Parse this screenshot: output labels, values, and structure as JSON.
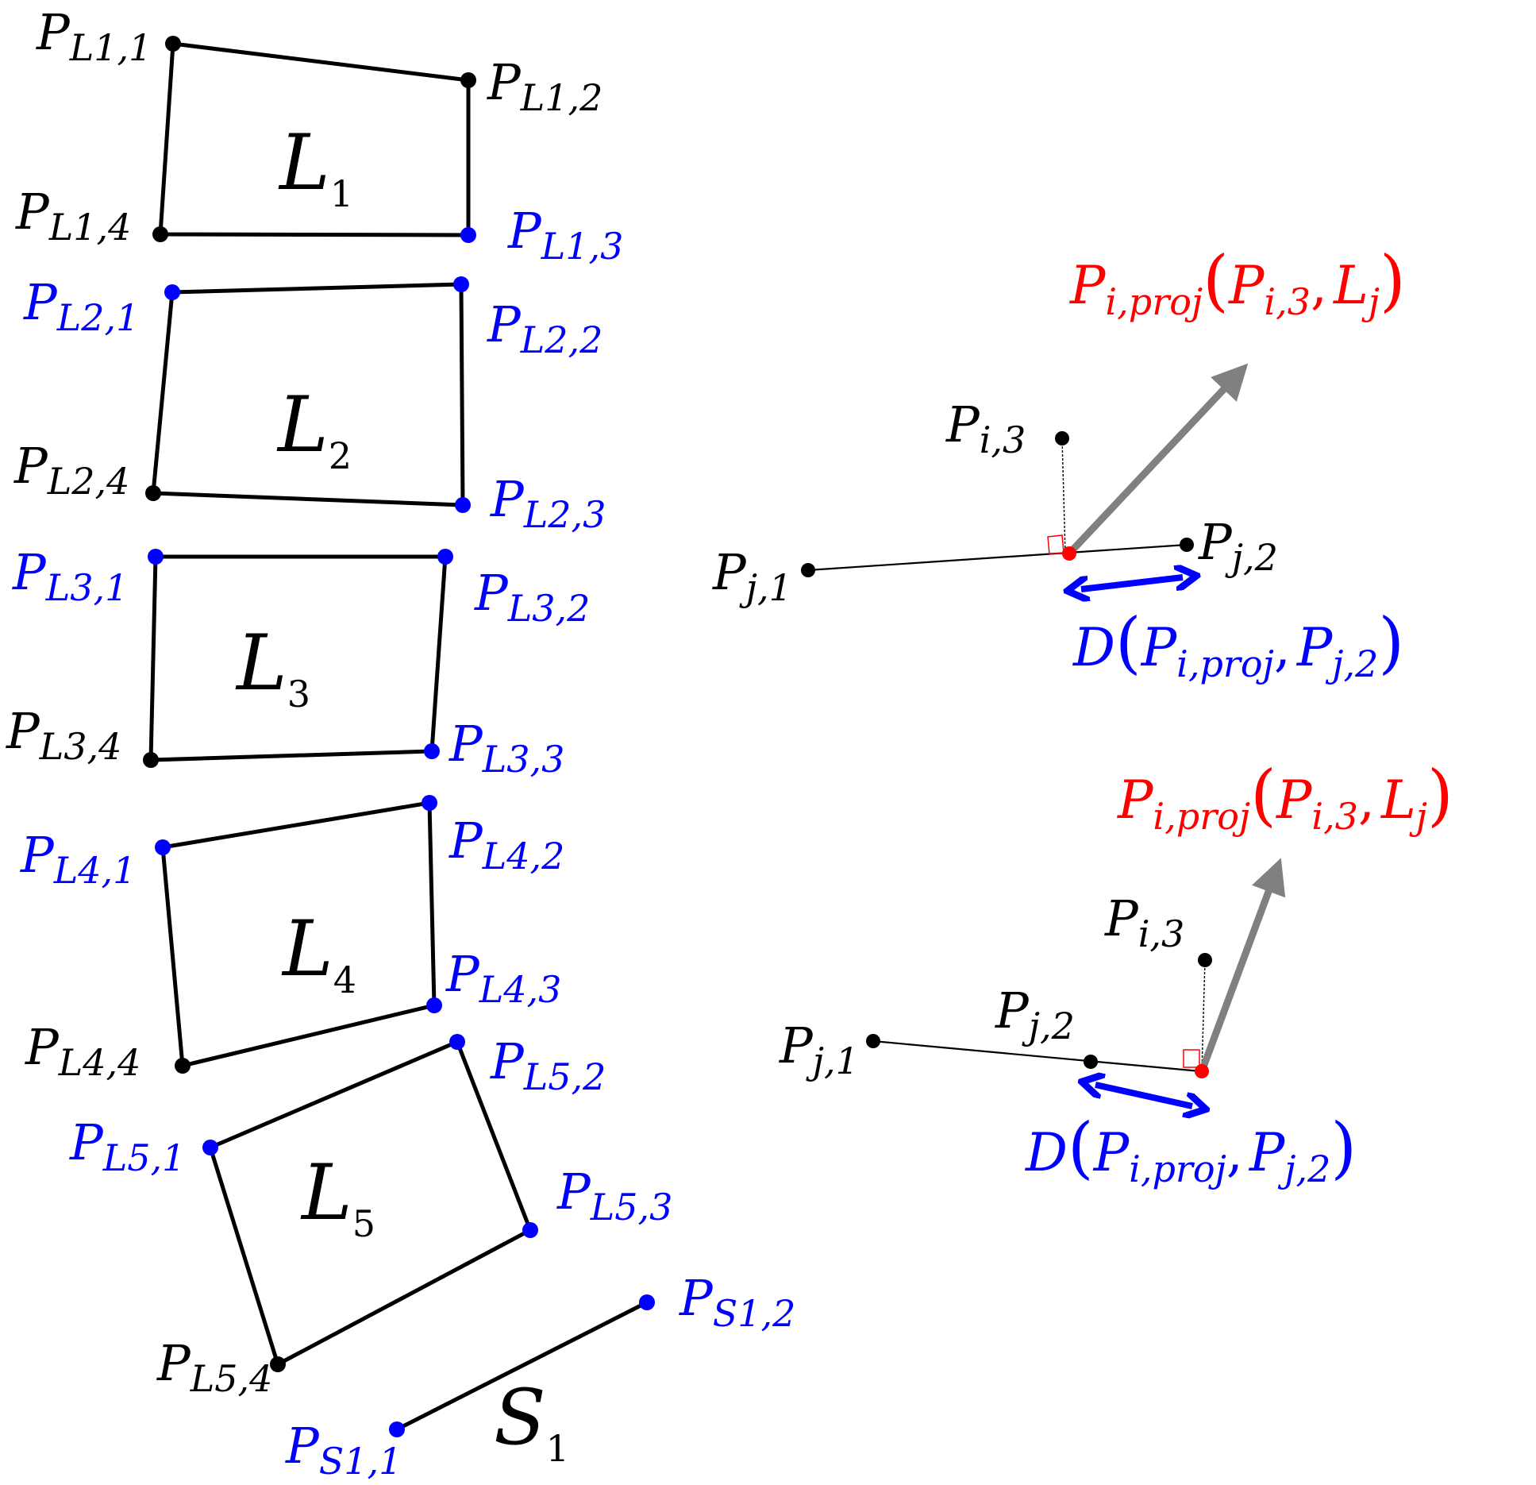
{
  "colors": {
    "black": "#000000",
    "blue": "#0000ff",
    "red": "#ff0000",
    "gray": "#808080"
  },
  "shapes": {
    "L1": {
      "base": "L",
      "sub": "1"
    },
    "L2": {
      "base": "L",
      "sub": "2"
    },
    "L3": {
      "base": "L",
      "sub": "3"
    },
    "L4": {
      "base": "L",
      "sub": "4"
    },
    "L5": {
      "base": "L",
      "sub": "5"
    },
    "S1": {
      "base": "S",
      "sub": "1"
    }
  },
  "points": {
    "L1_1": {
      "base": "P",
      "sub": "L1,1",
      "color": "black"
    },
    "L1_2": {
      "base": "P",
      "sub": "L1,2",
      "color": "black"
    },
    "L1_3": {
      "base": "P",
      "sub": "L1,3",
      "color": "blue"
    },
    "L1_4": {
      "base": "P",
      "sub": "L1,4",
      "color": "black"
    },
    "L2_1": {
      "base": "P",
      "sub": "L2,1",
      "color": "blue"
    },
    "L2_2": {
      "base": "P",
      "sub": "L2,2",
      "color": "blue"
    },
    "L2_3": {
      "base": "P",
      "sub": "L2,3",
      "color": "blue"
    },
    "L2_4": {
      "base": "P",
      "sub": "L2,4",
      "color": "black"
    },
    "L3_1": {
      "base": "P",
      "sub": "L3,1",
      "color": "blue"
    },
    "L3_2": {
      "base": "P",
      "sub": "L3,2",
      "color": "blue"
    },
    "L3_3": {
      "base": "P",
      "sub": "L3,3",
      "color": "blue"
    },
    "L3_4": {
      "base": "P",
      "sub": "L3,4",
      "color": "black"
    },
    "L4_1": {
      "base": "P",
      "sub": "L4,1",
      "color": "blue"
    },
    "L4_2": {
      "base": "P",
      "sub": "L4,2",
      "color": "blue"
    },
    "L4_3": {
      "base": "P",
      "sub": "L4,3",
      "color": "blue"
    },
    "L4_4": {
      "base": "P",
      "sub": "L4,4",
      "color": "black"
    },
    "L5_1": {
      "base": "P",
      "sub": "L5,1",
      "color": "blue"
    },
    "L5_2": {
      "base": "P",
      "sub": "L5,2",
      "color": "blue"
    },
    "L5_3": {
      "base": "P",
      "sub": "L5,3",
      "color": "blue"
    },
    "L5_4": {
      "base": "P",
      "sub": "L5,4",
      "color": "black"
    },
    "S1_1": {
      "base": "P",
      "sub": "S1,1",
      "color": "blue"
    },
    "S1_2": {
      "base": "P",
      "sub": "S1,2",
      "color": "blue"
    }
  },
  "example_top": {
    "pj1": {
      "base": "P",
      "sub": "j,1"
    },
    "pj2": {
      "base": "P",
      "sub": "j,2"
    },
    "pi3": {
      "base": "P",
      "sub": "i,3"
    },
    "proj_label": {
      "base": "P",
      "sub": "i,proj",
      "open": "(",
      "arg1_base": "P",
      "arg1_sub": "i,3",
      "comma": ",",
      "arg2_base": "L",
      "arg2_sub": "j",
      "close": ")"
    },
    "dist_label": {
      "fn": "D",
      "open": "(",
      "arg1_base": "P",
      "arg1_sub": "i,proj",
      "comma": ",",
      "arg2_base": "P",
      "arg2_sub": "j,2",
      "close": ")"
    }
  },
  "example_bottom": {
    "pj1": {
      "base": "P",
      "sub": "j,1"
    },
    "pj2": {
      "base": "P",
      "sub": "j,2"
    },
    "pi3": {
      "base": "P",
      "sub": "i,3"
    },
    "proj_label": {
      "base": "P",
      "sub": "i,proj",
      "open": "(",
      "arg1_base": "P",
      "arg1_sub": "i,3",
      "comma": ",",
      "arg2_base": "L",
      "arg2_sub": "j",
      "close": ")"
    },
    "dist_label": {
      "fn": "D",
      "open": "(",
      "arg1_base": "P",
      "arg1_sub": "i,proj",
      "comma": ",",
      "arg2_base": "P",
      "arg2_sub": "j,2",
      "close": ")"
    }
  }
}
